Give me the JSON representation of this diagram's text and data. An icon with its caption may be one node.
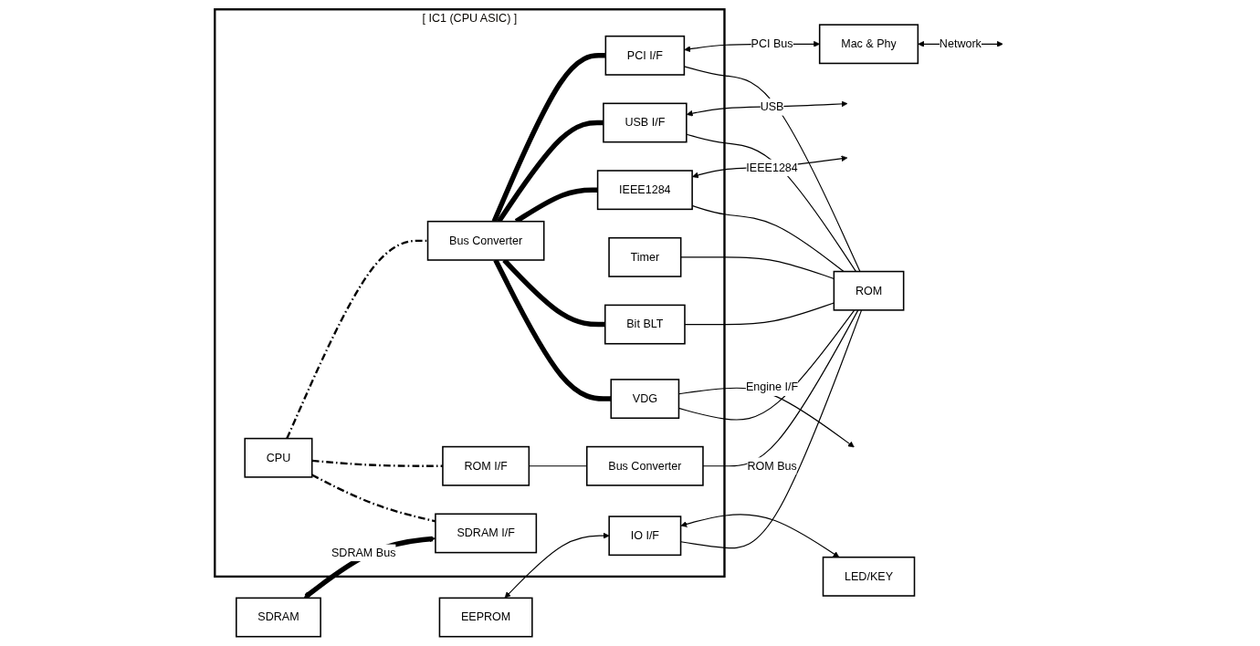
{
  "diagram": {
    "nodes": [
      {
        "text": [
          "[ IC1 (CPU ASIC) ]"
        ]
      },
      {
        "text": [
          "CPU"
        ],
        "in": 0
      },
      {
        "text": [
          "SDRAM I/F"
        ],
        "in": 0
      },
      {
        "text": [
          "ROM I/F"
        ],
        "in": 0
      },
      {
        "text": [
          "Bus Converter"
        ],
        "in": 0
      },
      {
        "text": [
          "Bus Converter"
        ],
        "in": 0
      },
      {
        "text": [
          "USB I/F"
        ],
        "in": 0
      },
      {
        "text": [
          "PCI I/F"
        ],
        "in": 0
      },
      {
        "text": [
          "Timer"
        ],
        "in": 0
      },
      {
        "text": [
          "IO I/F"
        ],
        "in": 0
      },
      {
        "text": [
          "VDG"
        ],
        "in": 0
      },
      {
        "text": [
          "Bit BLT"
        ],
        "in": 0
      },
      {
        "text": [
          "IEEE1284"
        ],
        "in": 0
      },
      {
        "text": [
          "SDRAM"
        ]
      },
      {
        "text": [
          "ROM"
        ]
      },
      {
        "text": [
          "Mac & Phy"
        ]
      },
      {
        "text": [
          "EEPROM"
        ]
      },
      {
        "text": [
          "LED/KEY"
        ]
      }
    ],
    "edges": [
      {
        "from": 13,
        "to": 2,
        "arrow": "both",
        "label": "SDRAM Bus",
        "style": "thick"
      },
      {
        "from": 1,
        "to": 2,
        "arrow": "none",
        "style": "dashed"
      },
      {
        "from": 1,
        "to": 3,
        "arrow": "none",
        "style": "dashed"
      },
      {
        "from": 1,
        "to": 5,
        "arrow": "none",
        "style": "dashed"
      },
      {
        "from": 3,
        "to": 4,
        "arrow": "none"
      },
      {
        "from": 4,
        "to": 14,
        "arrow": "none",
        "label": "ROM Bus"
      },
      {
        "from": 6,
        "to": 14,
        "arrow": "none"
      },
      {
        "from": 7,
        "to": 14,
        "arrow": "none"
      },
      {
        "from": 8,
        "to": 14,
        "arrow": "none"
      },
      {
        "from": 9,
        "to": 14,
        "arrow": "none"
      },
      {
        "from": 10,
        "to": 14,
        "arrow": "none"
      },
      {
        "from": 11,
        "to": 14,
        "arrow": "none"
      },
      {
        "from": 12,
        "to": 14,
        "arrow": "none"
      },
      {
        "from": 5,
        "to": 10,
        "arrow": "none",
        "style": "thick"
      },
      {
        "from": 5,
        "to": 11,
        "arrow": "none",
        "style": "thick"
      },
      {
        "from": 5,
        "to": 12,
        "arrow": "none",
        "style": "thick"
      },
      {
        "from": 5,
        "to": 6,
        "arrow": "none",
        "style": "thick"
      },
      {
        "from": 5,
        "to": 7,
        "arrow": "none",
        "style": "thick"
      },
      {
        "from": 6,
        "to": null,
        "arrow": "both",
        "label": "USB"
      },
      {
        "from": 7,
        "to": 15,
        "arrow": "both",
        "label": "PCI Bus"
      },
      {
        "from": 15,
        "to": null,
        "arrow": "both",
        "label": "Network"
      },
      {
        "from": 16,
        "to": 9,
        "arrow": "both"
      },
      {
        "from": 9,
        "to": 17,
        "arrow": "both"
      },
      {
        "from": 10,
        "to": null,
        "arrow": "to",
        "label": "Engine I/F"
      },
      {
        "from": 12,
        "to": null,
        "arrow": "both",
        "label": "IEEE1284"
      }
    ]
  }
}
